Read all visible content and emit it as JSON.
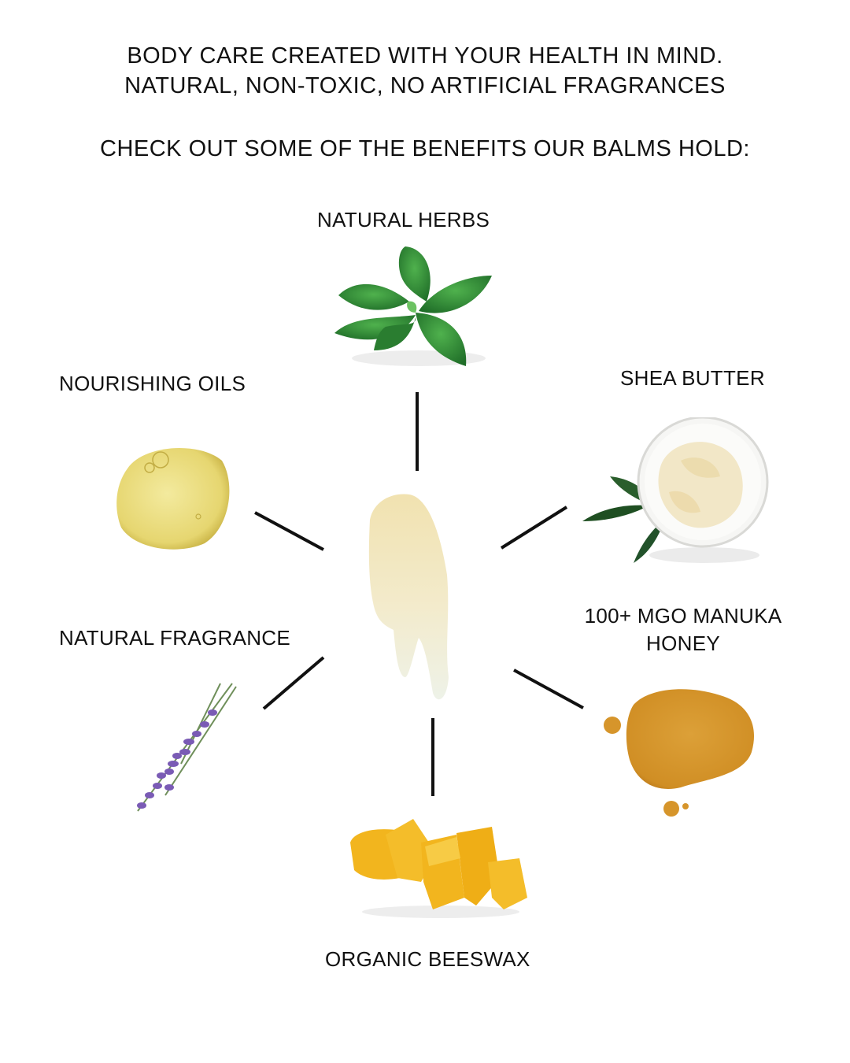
{
  "header": {
    "line1": "BODY CARE CREATED WITH YOUR HEALTH IN MIND.",
    "line2": "NATURAL, NON-TOXIC, NO ARTIFICIAL FRAGRANCES",
    "line3": "CHECK OUT SOME OF THE BENEFITS OUR BALMS HOLD:"
  },
  "center": {
    "image": "balm-smear"
  },
  "benefits": [
    {
      "label": "NATURAL HERBS",
      "image": "mint-leaves",
      "position": "top"
    },
    {
      "label": "NOURISHING OILS",
      "image": "oil-drop",
      "position": "upper-left"
    },
    {
      "label": "SHEA BUTTER",
      "image": "shea-butter-bowl",
      "position": "upper-right"
    },
    {
      "label": "NATURAL FRAGRANCE",
      "image": "lavender-sprigs",
      "position": "lower-left"
    },
    {
      "label_line1": "100+ MGO MANUKA",
      "label_line2": "HONEY",
      "image": "honey-puddle",
      "position": "lower-right"
    },
    {
      "label": "ORGANIC BEESWAX",
      "image": "beeswax-chunks",
      "position": "bottom"
    }
  ],
  "colors": {
    "background": "#ffffff",
    "text": "#111111",
    "connector": "#111111",
    "mint": "#2e8b3a",
    "oil": "#e8dc7a",
    "shea": "#f3ead2",
    "lavender": "#7a5bb5",
    "honey": "#d99a2b",
    "beeswax": "#f2b51e",
    "balm": "#f1e6bd"
  }
}
